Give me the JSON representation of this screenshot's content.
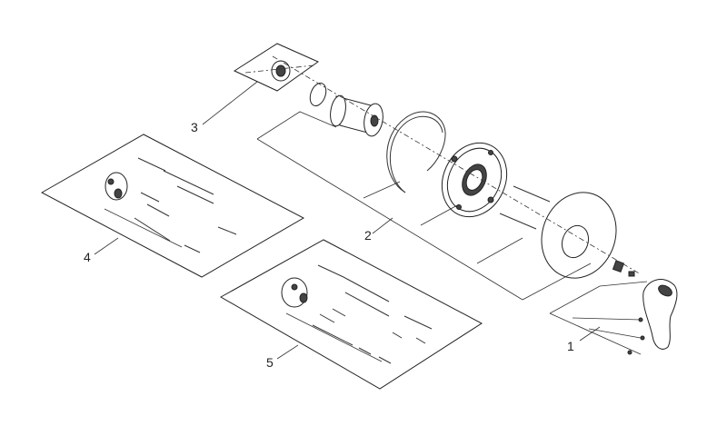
{
  "callouts": [
    {
      "id": "1",
      "text": "1"
    },
    {
      "id": "2",
      "text": "2"
    },
    {
      "id": "3",
      "text": "3"
    },
    {
      "id": "4",
      "text": "4"
    },
    {
      "id": "5",
      "text": "5"
    }
  ],
  "colors": {
    "line": "#222222",
    "fill": "#ffffff",
    "shade": "#444444"
  }
}
